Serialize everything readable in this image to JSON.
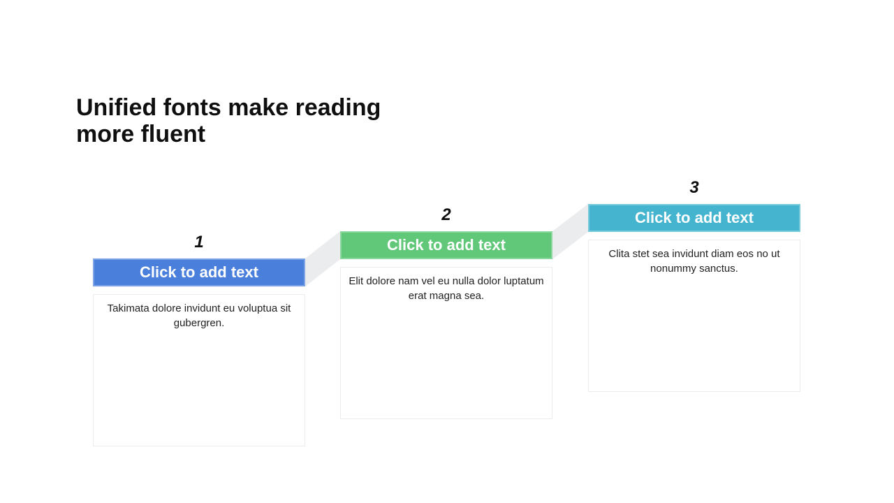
{
  "slide": {
    "title": "Unified fonts make reading more fluent",
    "background_color": "#ffffff"
  },
  "ribbon": {
    "color": "#ebecee"
  },
  "columns": [
    {
      "number": "1",
      "header_label": "Click to add text",
      "color": "#4a80dc",
      "body_text": "Takimata dolore invidunt eu voluptua sit gubergren."
    },
    {
      "number": "2",
      "header_label": "Click to add text",
      "color": "#60c878",
      "body_text": "Elit dolore nam vel eu nulla dolor luptatum erat magna sea."
    },
    {
      "number": "3",
      "header_label": "Click to add text",
      "color": "#45b4cf",
      "body_text": "Clita stet sea invidunt diam eos no ut nonummy sanctus."
    }
  ],
  "text_colors": {
    "title": "#0f0f0f",
    "body": "#212121",
    "header_text": "#ffffff"
  }
}
